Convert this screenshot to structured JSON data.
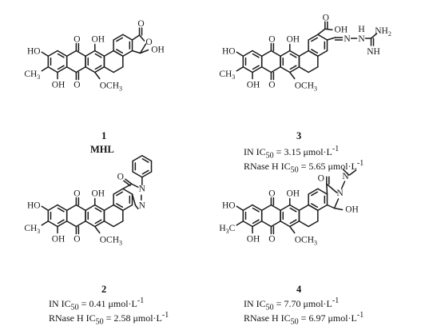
{
  "compounds": [
    {
      "number": "1",
      "name": "MHL",
      "sub_color": "#3b58b8",
      "labels": {
        "oh1": "HO",
        "me1": "CH3",
        "oh2": "OH",
        "o1": "O",
        "o2": "O",
        "oh3": "OH",
        "och3": "OCH3",
        "o_ring": "O",
        "o_carb": "O",
        "oh_sub": "OH"
      }
    },
    {
      "number": "3",
      "sub_color": "#b2389a",
      "ic50_in": "IN IC50 = 3.15 μmol·L-1",
      "ic50_rnase": "RNase H IC50 = 5.65 μmol·L-1",
      "labels": {
        "oh1": "HO",
        "me1": "CH3",
        "oh2": "OH",
        "o1": "O",
        "o2": "O",
        "oh3": "OH",
        "och3": "OCH3",
        "cooh_o": "O",
        "cooh_oh": "OH",
        "nh": "H",
        "n1": "N",
        "n2": "N",
        "nh2": "NH2",
        "nh_imine": "NH"
      }
    },
    {
      "number": "2",
      "sub_color": "#e0463a",
      "ic50_in": "IN IC50 = 0.41 μmol·L-1",
      "ic50_rnase": "RNase H IC50 = 2.58 μmol·L-1",
      "labels": {
        "oh1": "HO",
        "me1": "CH3",
        "oh2": "OH",
        "o1": "O",
        "o2": "O",
        "oh3": "OH",
        "och3": "OCH3",
        "o_lact": "O",
        "n1": "N",
        "n2": "N"
      }
    },
    {
      "number": "4",
      "sub_color": "#3aa9d6",
      "ic50_in": "IN IC50 = 7.70 μmol·L-1",
      "ic50_rnase": "RNase H IC50 = 6.97 μmol·L-1",
      "labels": {
        "oh1": "HO",
        "me1": "H3C",
        "oh2": "OH",
        "o1": "O",
        "o2": "O",
        "oh3": "OH",
        "och3": "OCH3",
        "o_lact": "O",
        "n1": "N",
        "n2": "N",
        "oh_sub": "OH"
      }
    }
  ]
}
